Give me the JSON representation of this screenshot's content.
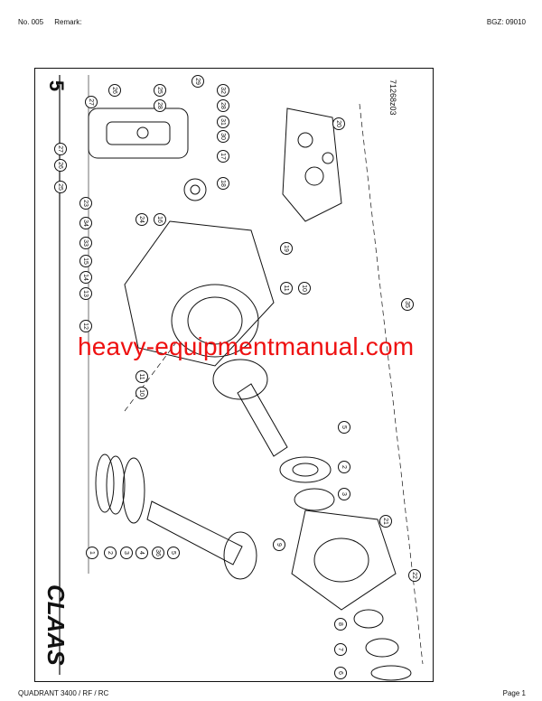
{
  "header": {
    "number": "No. 005",
    "remark": "Remark:",
    "bgz": "BGZ: 09010"
  },
  "footer": {
    "model": "QUADRANT 3400 / RF / RC",
    "page": "Page 1"
  },
  "diagram": {
    "section": "5",
    "drawing_id": "71268z03",
    "brand": "CLAAS",
    "watermark": "heavy-equipmentmanual.com",
    "callouts": [
      "26",
      "25",
      "29",
      "28",
      "32",
      "27",
      "31",
      "28",
      "30",
      "17",
      "27",
      "26",
      "25",
      "18",
      "23",
      "24",
      "16",
      "34",
      "33",
      "15",
      "14",
      "13",
      "12",
      "20",
      "19",
      "11",
      "10",
      "35",
      "11",
      "10",
      "5",
      "2",
      "3",
      "21",
      "1",
      "2",
      "3",
      "4",
      "36",
      "5",
      "9",
      "22",
      "8",
      "7",
      "6"
    ]
  }
}
